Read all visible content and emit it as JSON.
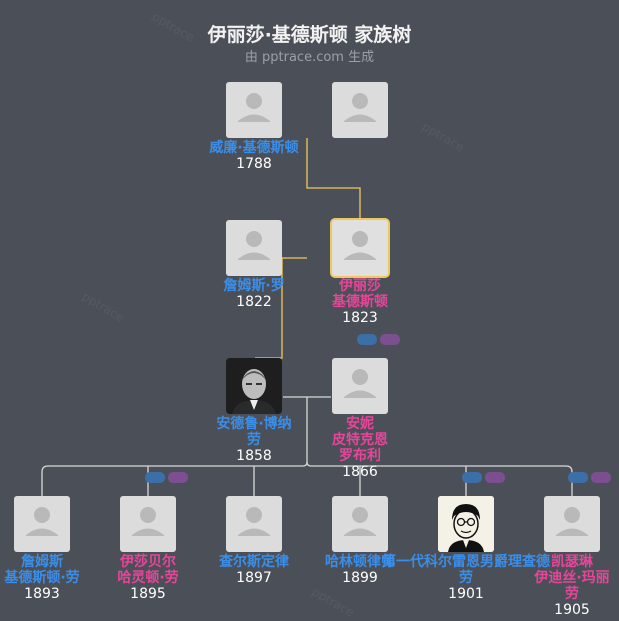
{
  "header": {
    "title": "伊丽莎·基德斯顿 家族树",
    "subtitle": "由 pptrace.com 生成"
  },
  "people": {
    "william": {
      "name": "威廉·基德斯顿",
      "year": "1788"
    },
    "unknown": {
      "name": "",
      "year": ""
    },
    "james_rowe": {
      "name": "詹姆斯·罗",
      "year": "1822"
    },
    "eliza": {
      "name": "伊丽莎\n基德斯顿",
      "year": "1823"
    },
    "andrew": {
      "name": "安德鲁·博纳\n劳",
      "year": "1858"
    },
    "annie": {
      "name": "安妮\n皮特克恩\n罗布利",
      "year": "1866"
    },
    "james_k": {
      "name": "詹姆斯\n基德斯顿·劳",
      "year": "1893"
    },
    "isabel": {
      "name": "伊莎贝尔\n哈灵顿·劳",
      "year": "1895"
    },
    "charles": {
      "name": "查尔斯定律",
      "year": "1897"
    },
    "harrington": {
      "name": "哈林顿律师",
      "year": "1899"
    },
    "richard": {
      "name": "第一代科尔雷恩男爵理查德\n劳",
      "year": "1901"
    },
    "catherine": {
      "name": "凯瑟琳\n伊迪丝·玛丽\n劳",
      "year": "1905"
    }
  },
  "colors": {
    "background": "#4b5058",
    "male": "#3a8ee8",
    "female": "#e8459a",
    "highlight_line": "#f0c75e",
    "line": "#d8d8d8"
  },
  "watermark": "pptrace"
}
